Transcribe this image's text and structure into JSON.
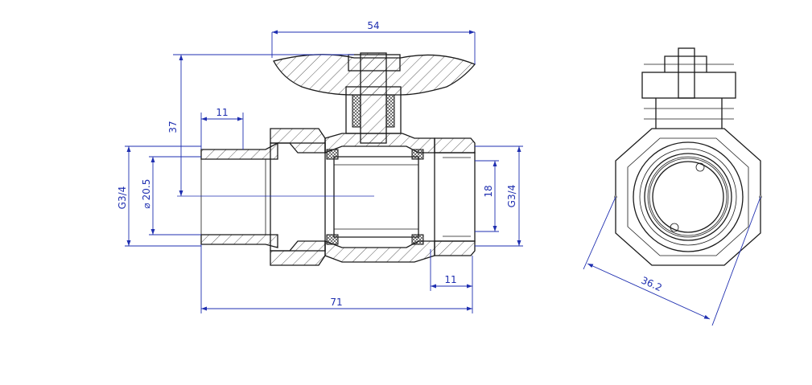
{
  "dimensions": {
    "handle_width": "54",
    "height_above_axis": "37",
    "left_thread_length": "11",
    "bore_diameter": "20.5",
    "left_thread": "G3/4",
    "right_thread": "G3/4",
    "right_inner": "18",
    "right_thread_length": "11",
    "overall_length": "71",
    "hex_across_corners": "36.2"
  },
  "colors": {
    "dimension": "#1f2fb0",
    "outline": "#1a1a1a"
  }
}
